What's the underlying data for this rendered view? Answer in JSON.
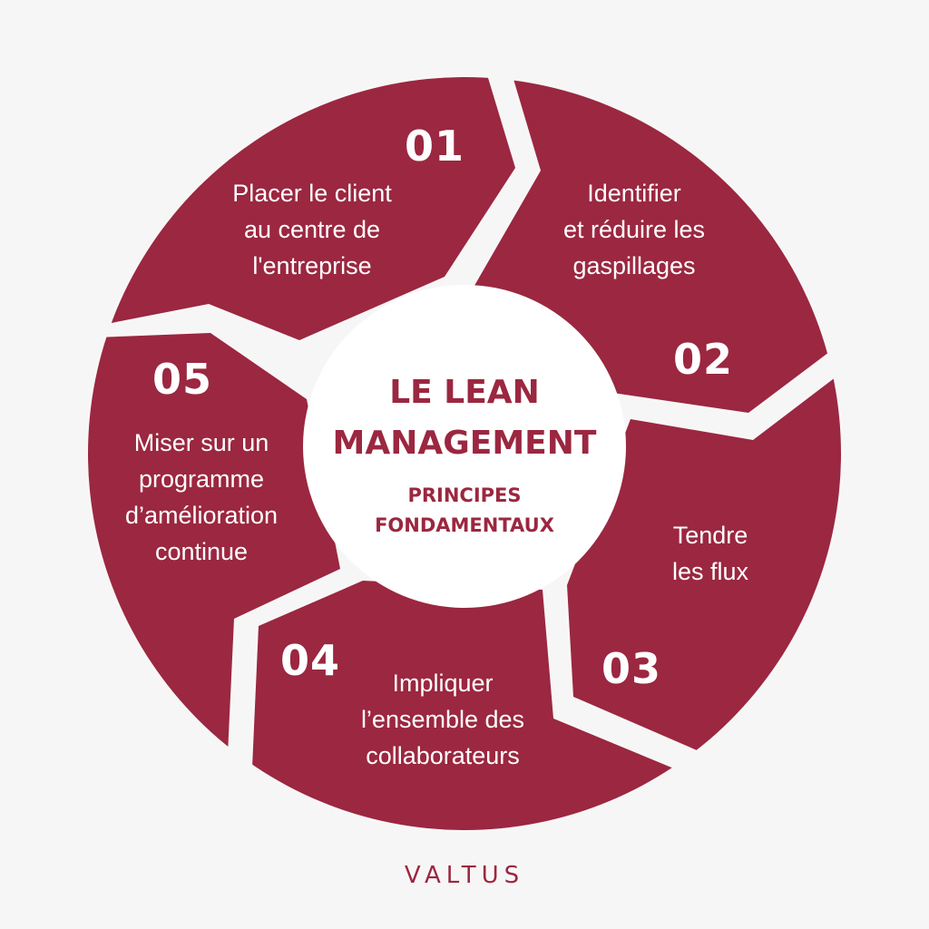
{
  "colors": {
    "segment_fill": "#9b2740",
    "background": "#f7f6f6",
    "center_fill": "#ffffff",
    "text_on_segment": "#ffffff",
    "center_text": "#9b2740"
  },
  "center": {
    "title_lines": [
      "LE LEAN",
      "MANAGEMENT"
    ],
    "subtitle_lines": [
      "PRINCIPES",
      "FONDAMENTAUX"
    ]
  },
  "steps": [
    {
      "number": "01",
      "label_lines": [
        "Placer le client",
        "au centre de",
        "l'entreprise"
      ]
    },
    {
      "number": "02",
      "label_lines": [
        "Identifier",
        "et réduire les",
        "gaspillages"
      ]
    },
    {
      "number": "03",
      "label_lines": [
        "Tendre",
        "les flux"
      ]
    },
    {
      "number": "04",
      "label_lines": [
        "Impliquer",
        "l’ensemble des",
        "collaborateurs"
      ]
    },
    {
      "number": "05",
      "label_lines": [
        "Miser sur un",
        "programme",
        "d’amélioration",
        "continue"
      ]
    }
  ],
  "brand": {
    "logo_text": "VALTUS"
  }
}
